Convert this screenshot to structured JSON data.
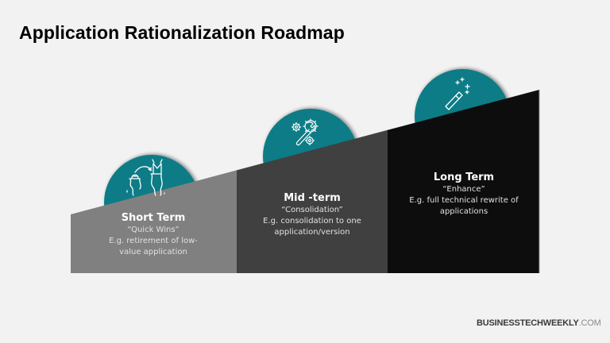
{
  "title": "Application Rationalization Roadmap",
  "colors": {
    "background": "#f2f2f2",
    "accent_teal": "#0e7c86",
    "short_term_fill": "#808080",
    "mid_term_fill": "#404040",
    "long_term_fill": "#0d0d0d",
    "icon_stroke": "#ffffff"
  },
  "stages": [
    {
      "title": "Short Term",
      "subtitle": "“Quick Wins”",
      "line1": "E.g. retirement of low-",
      "line2": "value application",
      "icon": "leap-over-gap-icon"
    },
    {
      "title": "Mid -term",
      "subtitle": "“Consolidation”",
      "line1": "E.g. consolidation to one",
      "line2": "application/version",
      "icon": "wrench-gears-icon"
    },
    {
      "title": "Long Term",
      "subtitle": "“Enhance”",
      "line1": "E.g. full technical rewrite of",
      "line2": "applications",
      "icon": "magic-wand-icon"
    }
  ],
  "brand": {
    "bold": "BUSINESSTECHWEEKLY",
    "light": ".COM"
  }
}
